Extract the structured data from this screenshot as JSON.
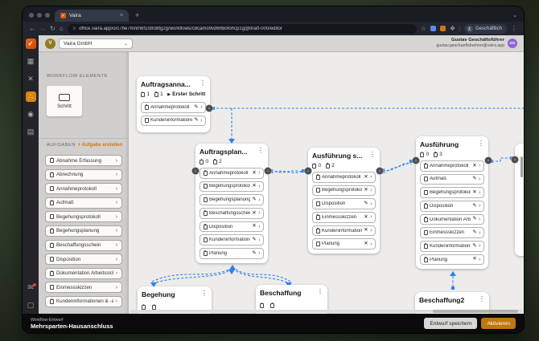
{
  "browser": {
    "tab_title": "Vaira",
    "url": "office.vaira.app/o/c7be7mnm6f1rdro8tg2g/workflows/c8camo9vd6h8ofohcp1g@draft-000/editor",
    "profile_label": "Geschäftlich"
  },
  "header": {
    "org_initial": "V",
    "org_name": "Vaira GmbH",
    "user_name": "Gustav Geschäftsführer",
    "user_email": "gustav.geschaeftsfuehrer@vaira.app",
    "user_initials": "GG"
  },
  "sidebar_panel": {
    "elements_title": "WORKFLOW ELEMENTE",
    "element_schritt": "Schritt",
    "tasks_title": "AUFGABEN",
    "create_task_label": "+ Aufgabe erstellen",
    "tasks": [
      "Abnahme Erfassung",
      "Abrechnung",
      "Annahmeprotokoll",
      "Aufmaß",
      "Begehungsprotokoll",
      "Begehungsplanung",
      "Beschaffungsschein",
      "Disposition",
      "Dokumentation Arbeitssicherh",
      "Einmessskizzen",
      "Kundeninformationen & -absti"
    ]
  },
  "canvas": {
    "nodes": [
      {
        "title": "Auftragsanna...",
        "count_a": "1",
        "count_b": "1",
        "badge": "Erster Schritt",
        "tasks": [
          {
            "label": "Annahmeprotokoll",
            "action": "edit"
          },
          {
            "label": "Kundeninformationen",
            "action": "edit"
          }
        ]
      },
      {
        "title": "Auftragsplan...",
        "count_a": "0",
        "count_b": "2",
        "tasks": [
          {
            "label": "Annahmeprotokoll",
            "action": "crossed"
          },
          {
            "label": "Begehungsprotokoll",
            "action": "crossed"
          },
          {
            "label": "Begehungsplanung",
            "action": "edit"
          },
          {
            "label": "Beschaffungsschein",
            "action": "crossed"
          },
          {
            "label": "Disposition",
            "action": "crossed"
          },
          {
            "label": "Kundeninformationen",
            "action": "edit"
          },
          {
            "label": "Planung",
            "action": "edit"
          }
        ]
      },
      {
        "title": "Ausführung s...",
        "count_a": "0",
        "count_b": "2",
        "tasks": [
          {
            "label": "Annahmeprotokoll",
            "action": "crossed"
          },
          {
            "label": "Begehungsprotokoll",
            "action": "crossed"
          },
          {
            "label": "Disposition",
            "action": "edit"
          },
          {
            "label": "Einmessskizzen",
            "action": "crossed"
          },
          {
            "label": "Kundeninformationen",
            "action": "crossed"
          },
          {
            "label": "Planung",
            "action": "crossed"
          }
        ]
      },
      {
        "title": "Ausführung",
        "count_a": "0",
        "count_b": "3",
        "tasks": [
          {
            "label": "Annahmeprotokoll",
            "action": "crossed"
          },
          {
            "label": "Aufmaß",
            "action": "edit"
          },
          {
            "label": "Begehungsprotokoll",
            "action": "crossed"
          },
          {
            "label": "Disposition",
            "action": "edit"
          },
          {
            "label": "Dokumentation Arbeit",
            "action": "edit"
          },
          {
            "label": "Einmessskizzen",
            "action": "edit"
          },
          {
            "label": "Kundeninformationen",
            "action": "edit"
          },
          {
            "label": "Planung",
            "action": "crossed"
          }
        ]
      },
      {
        "title": "Begehung",
        "count_a": "",
        "count_b": "",
        "tasks": []
      },
      {
        "title": "Beschaffung",
        "count_a": "",
        "count_b": "",
        "tasks": []
      },
      {
        "title": "Beschaffung2",
        "count_a": "",
        "count_b": "",
        "tasks": []
      }
    ]
  },
  "footer": {
    "draft_label": "Workflow-Entwurf",
    "workflow_name": "Mehrsparten-Hausanschluss",
    "save_button": "Entwurf speichern",
    "activate_button": "Aktivieren"
  },
  "colors": {
    "accent_orange": "#d97908",
    "activate_orange": "#c0770e",
    "connector_blue": "#2e7ef0",
    "avatar_purple": "#8b64d8",
    "org_olive": "#8f7d24"
  }
}
